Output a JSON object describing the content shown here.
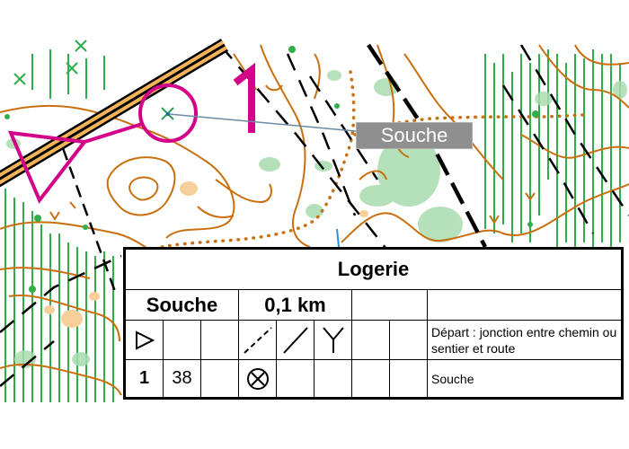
{
  "map": {
    "control_label": "Souche",
    "start_number_marker": "1"
  },
  "description_sheet": {
    "event_title": "Logerie",
    "course_name": "Souche",
    "course_length": "0,1 km",
    "rows": [
      {
        "number": "",
        "code": "",
        "symbols": [
          "start-triangle-icon",
          "path-dashed-icon",
          "road-solid-icon",
          "junction-y-icon"
        ],
        "description": "Départ : jonction entre chemin ou sentier et route"
      },
      {
        "number": "1",
        "code": "38",
        "symbols": [
          "stump-circled-x-icon"
        ],
        "description": "Souche"
      }
    ]
  },
  "colors": {
    "course_overprint": "#d4008a",
    "vegetation_green": "#2fae4a",
    "contour_brown": "#c8700f",
    "road_orange": "#f4b259",
    "path_black": "#000000"
  }
}
